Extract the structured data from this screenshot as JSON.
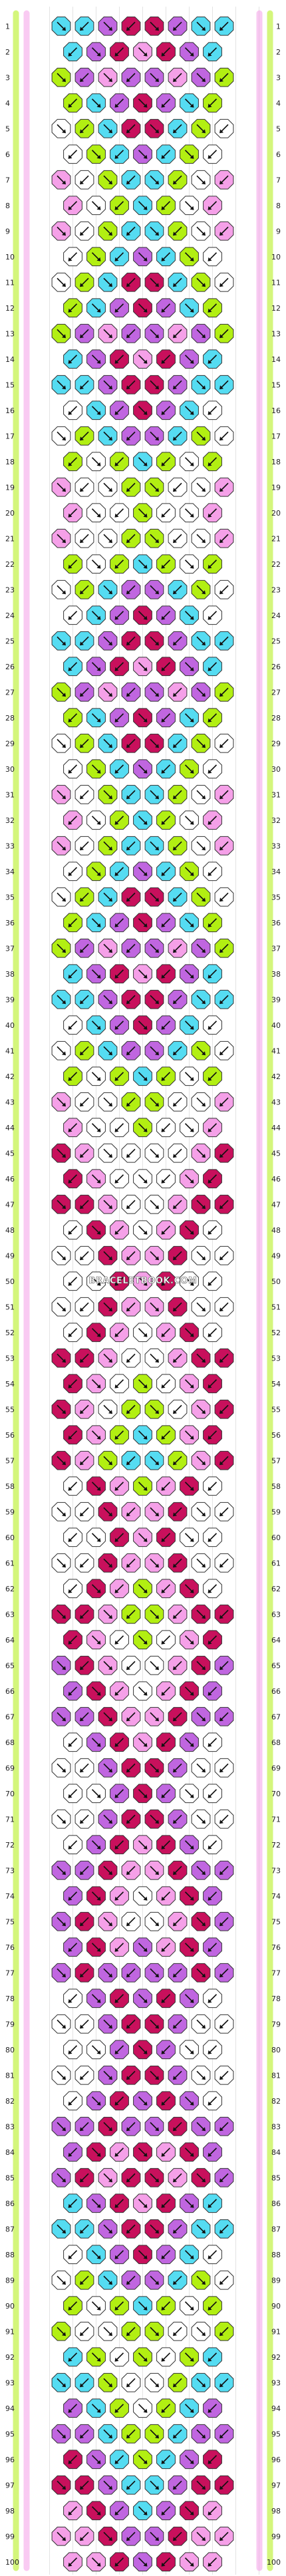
{
  "pattern": {
    "rows": 100,
    "knots_per_row_even": 8,
    "knots_per_row_odd": 7,
    "watermark": "BRACELETBOOK.COM"
  },
  "palette": {
    "lime": "#b2ef12",
    "cyan": "#55dcf2",
    "violet": "#c066e0",
    "magenta": "#c8105c",
    "pink": "#f5a0e8",
    "white": "#ffffff"
  },
  "row_labels": [
    "1",
    "2",
    "3",
    "4",
    "5",
    "6",
    "7",
    "8",
    "9",
    "10",
    "11",
    "12",
    "13",
    "14",
    "15",
    "16",
    "17",
    "18",
    "19",
    "20",
    "21",
    "22",
    "23",
    "24",
    "25",
    "26",
    "27",
    "28",
    "29",
    "30",
    "31",
    "32",
    "33",
    "34",
    "35",
    "36",
    "37",
    "38",
    "39",
    "40",
    "41",
    "42",
    "43",
    "44",
    "45",
    "46",
    "47",
    "48",
    "49",
    "50",
    "51",
    "52",
    "53",
    "54",
    "55",
    "56",
    "57",
    "58",
    "59",
    "60",
    "61",
    "62",
    "63",
    "64",
    "65",
    "66",
    "67",
    "68",
    "69",
    "70",
    "71",
    "72",
    "73",
    "74",
    "75",
    "76",
    "77",
    "78",
    "79",
    "80",
    "81",
    "82",
    "83",
    "84",
    "85",
    "86",
    "87",
    "88",
    "89",
    "90",
    "91",
    "92",
    "93",
    "94",
    "95",
    "96",
    "97",
    "98",
    "99",
    "100"
  ],
  "knot_rows": [
    "cyan cyan violet magenta magenta violet cyan cyan",
    "cyan violet magenta pink magenta violet cyan",
    "lime violet pink violet violet pink violet lime",
    "lime cyan violet magenta violet cyan lime",
    "white lime cyan magenta magenta cyan lime white",
    "white lime cyan violet cyan lime white",
    "pink white lime cyan cyan lime white pink",
    "pink white lime cyan lime white pink",
    "pink white lime cyan cyan lime white pink",
    "white lime cyan violet cyan lime white",
    "white lime cyan magenta magenta cyan lime white",
    "lime cyan violet magenta violet cyan lime",
    "lime violet pink violet violet pink violet lime",
    "cyan violet magenta pink magenta violet cyan",
    "cyan cyan violet magenta magenta violet cyan cyan",
    "white cyan violet magenta violet cyan white",
    "white lime cyan violet violet cyan lime white",
    "lime white lime cyan lime white lime",
    "pink white white lime lime white white pink",
    "pink white white lime white white pink",
    "pink white white lime lime white white pink",
    "lime white lime cyan lime white lime",
    "white lime cyan violet violet cyan lime white",
    "white cyan violet magenta violet cyan white",
    "cyan cyan violet magenta magenta violet cyan cyan",
    "cyan violet magenta pink magenta violet cyan",
    "lime violet pink violet violet pink violet lime",
    "lime cyan violet magenta violet cyan lime",
    "white lime cyan magenta magenta cyan lime white",
    "white lime cyan violet cyan lime white",
    "pink white lime cyan cyan lime white pink",
    "pink white lime cyan lime white pink",
    "pink white lime cyan cyan lime white pink",
    "white lime cyan violet cyan lime white",
    "white lime cyan magenta magenta cyan lime white",
    "lime cyan violet magenta violet cyan lime",
    "lime violet pink violet violet pink violet lime",
    "cyan violet magenta pink magenta violet cyan",
    "cyan cyan violet magenta magenta violet cyan cyan",
    "white cyan violet magenta violet cyan white",
    "white lime cyan violet violet cyan lime white",
    "lime white lime cyan lime white lime",
    "pink white white lime lime white white pink",
    "pink white white lime white white pink",
    "magenta pink white white white white pink magenta",
    "magenta pink white white white pink magenta",
    "magenta magenta pink white white pink magenta magenta",
    "white magenta pink white pink magenta white",
    "white white magenta pink pink magenta white white",
    "white white magenta pink magenta white white",
    "white white magenta pink pink magenta white white",
    "white magenta pink white pink magenta white",
    "magenta magenta pink white white pink magenta magenta",
    "magenta pink white lime white pink magenta",
    "magenta pink white lime lime white pink magenta",
    "magenta pink lime cyan lime pink magenta",
    "magenta pink lime cyan cyan lime pink magenta",
    "white magenta pink lime pink magenta white",
    "white white magenta pink pink magenta white white",
    "white white magenta pink magenta white white",
    "white white magenta pink pink magenta white white",
    "white magenta pink lime pink magenta white",
    "magenta magenta pink lime lime pink magenta magenta",
    "magenta pink white lime white pink magenta",
    "violet magenta pink white white pink magenta violet",
    "violet magenta pink white pink magenta violet",
    "violet violet magenta pink pink magenta violet violet",
    "white violet magenta pink magenta violet white",
    "white white violet magenta magenta violet white white",
    "white white violet magenta violet white white",
    "white white violet magenta magenta violet white white",
    "white violet magenta pink magenta violet white",
    "violet violet magenta pink pink magenta violet violet",
    "violet magenta pink white pink magenta violet",
    "violet magenta pink white white pink magenta violet",
    "violet magenta pink violet pink magenta violet",
    "violet magenta violet violet violet violet magenta violet",
    "white violet magenta violet magenta violet white",
    "white white violet magenta magenta violet white white",
    "white white violet magenta violet white white",
    "white white violet magenta magenta violet white white",
    "white violet magenta violet magenta violet white",
    "violet violet magenta violet violet magenta violet violet",
    "violet magenta pink magenta pink magenta violet",
    "violet magenta pink magenta magenta pink magenta violet",
    "cyan violet magenta pink magenta violet cyan",
    "cyan cyan violet magenta magenta violet cyan cyan",
    "white cyan violet magenta violet cyan white",
    "white lime cyan violet violet cyan lime white",
    "lime white lime cyan lime white lime",
    "lime white white lime lime white white lime",
    "cyan lime white lime white lime cyan",
    "cyan cyan lime white white lime cyan cyan",
    "violet cyan lime white lime cyan violet",
    "violet violet cyan lime lime cyan violet violet",
    "magenta violet cyan lime cyan violet magenta",
    "magenta magenta violet cyan cyan violet magenta magenta",
    "pink magenta violet cyan violet magenta pink",
    "pink pink magenta violet violet magenta pink pink",
    "pink pink magenta violet magenta pink pink"
  ]
}
